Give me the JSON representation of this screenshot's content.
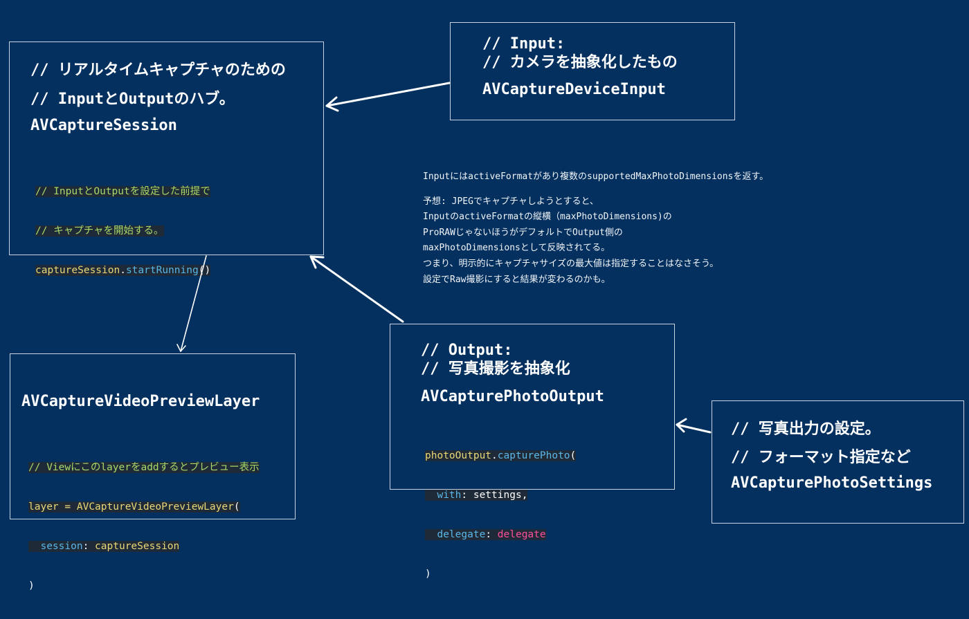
{
  "session": {
    "comment1": "// リアルタイムキャプチャのための",
    "comment2": "// InputとOutputのハブ。",
    "class_name": "AVCaptureSession",
    "code_comment1": "// InputとOutputを設定した前提で",
    "code_comment2": "// キャプチャを開始する。",
    "code_var": "captureSession",
    "code_dot": ".",
    "code_fn": "startRunning",
    "code_paren": "()"
  },
  "input": {
    "comment1": "// Input:",
    "comment2": "// カメラを抽象化したもの",
    "class_name": "AVCaptureDeviceInput"
  },
  "notes": {
    "line1": "InputにはactiveFormatがあり複数のsupportedMaxPhotoDimensionsを返す。",
    "line2": "予想: JPEGでキャプチャしようとすると、",
    "line3": "InputのactiveFormatの縦横（maxPhotoDimensions)の",
    "line4": "ProRAWじゃないほうがデフォルトでOutput側の",
    "line5": "maxPhotoDimensionsとして反映されてる。",
    "line6": "つまり、明示的にキャプチャサイズの最大値は指定することはなさそう。",
    "line7": "設定でRaw撮影にすると結果が変わるのかも。"
  },
  "preview": {
    "class_name": "AVCaptureVideoPreviewLayer",
    "code_comment": "// Viewにこのlayerをaddするとプレビュー表示",
    "code_line2_var": "layer",
    "code_line2_eq": " = ",
    "code_line2_fn": "AVCaptureVideoPreviewLayer",
    "code_line2_paren": "(",
    "code_line3_indent": "  ",
    "code_line3_param": "session",
    "code_line3_colon": ": ",
    "code_line3_value": "captureSession",
    "code_line4": ")"
  },
  "output": {
    "comment1": "// Output:",
    "comment2": "// 写真撮影を抽象化",
    "class_name": "AVCapturePhotoOutput",
    "code_line1_var": "photoOutput",
    "code_line1_dot": ".",
    "code_line1_fn": "capturePhoto",
    "code_line1_paren": "(",
    "code_line2_indent": "  ",
    "code_line2_param": "with",
    "code_line2_value": ": settings,",
    "code_line3_indent": "  ",
    "code_line3_param": "delegate",
    "code_line3_colon": ": ",
    "code_line3_value": "delegate",
    "code_line4": ")"
  },
  "settings": {
    "comment1": "// 写真出力の設定。",
    "comment2": "// フォーマット指定など",
    "class_name": "AVCapturePhotoSettings"
  },
  "colors": {
    "background": "#04305f",
    "border": "#c8d3e0",
    "comment": "#a6d96a",
    "variable": "#e8d878",
    "function": "#59b7e8",
    "keyword": "#ff4f9b"
  }
}
